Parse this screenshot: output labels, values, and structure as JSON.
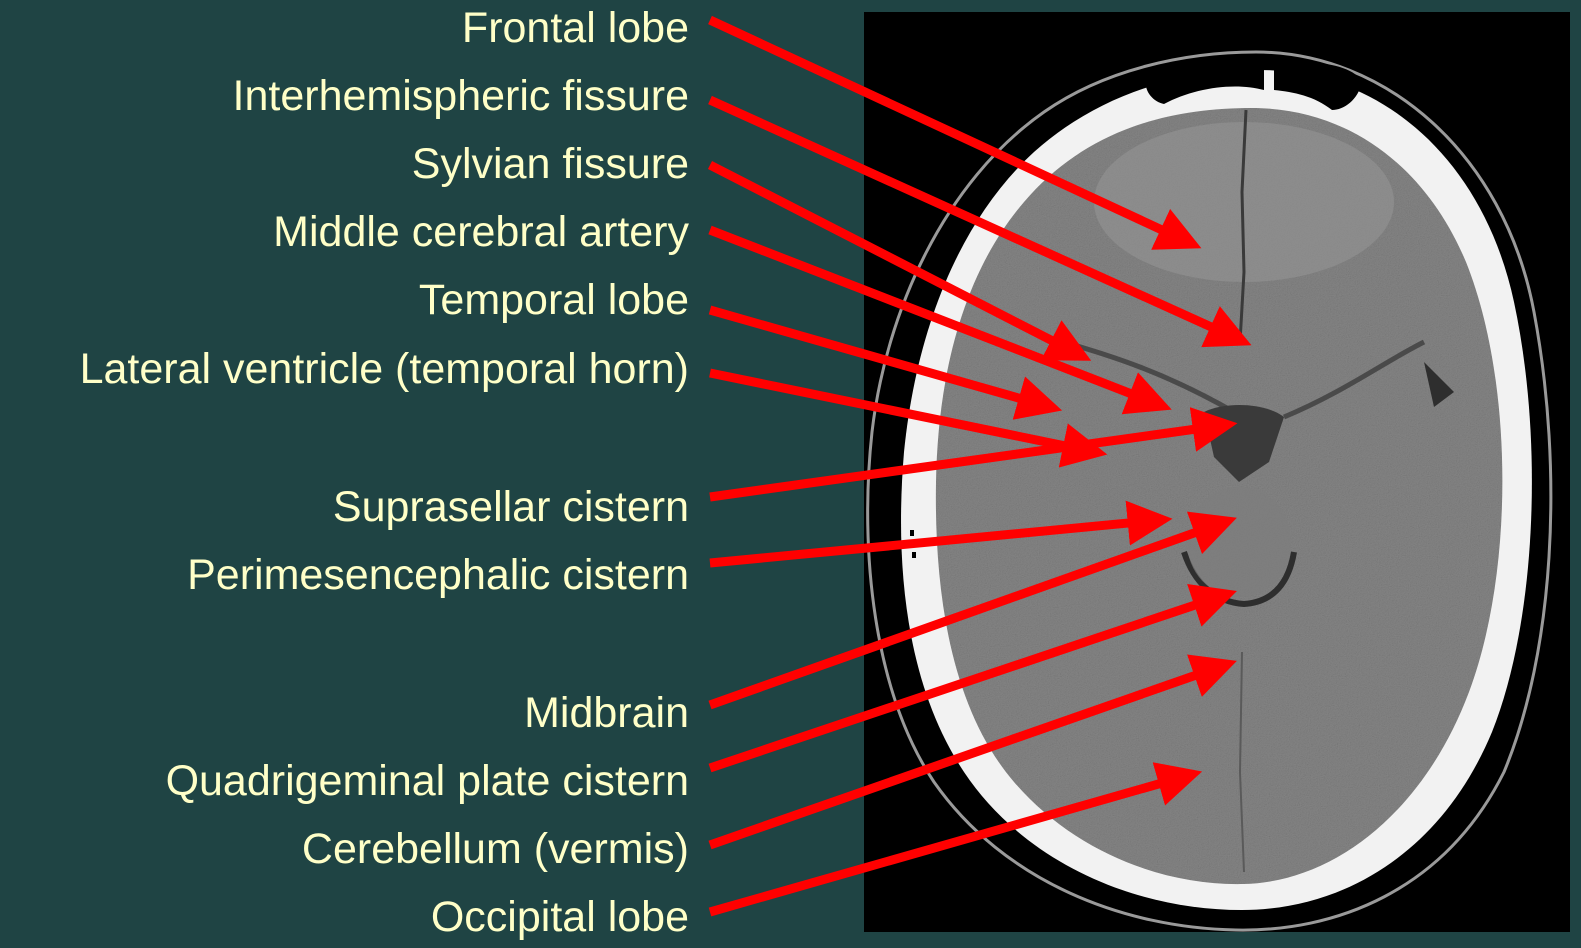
{
  "labels": [
    "Frontal lobe",
    "Interhemispheric fissure",
    "Sylvian fissure",
    "Middle cerebral artery",
    "Temporal lobe",
    "Lateral ventricle (temporal horn)",
    "Suprasellar cistern",
    "Perimesencephalic cistern",
    "Midbrain",
    "Quadrigeminal plate cistern",
    "Cerebellum (vermis)",
    "Occipital lobe"
  ],
  "colors": {
    "background": "#1f4444",
    "label_text": "#ffffc8",
    "arrow": "#ff0000",
    "scan_background": "#000000"
  },
  "image": {
    "description": "Axial non-contrast CT of the brain"
  }
}
